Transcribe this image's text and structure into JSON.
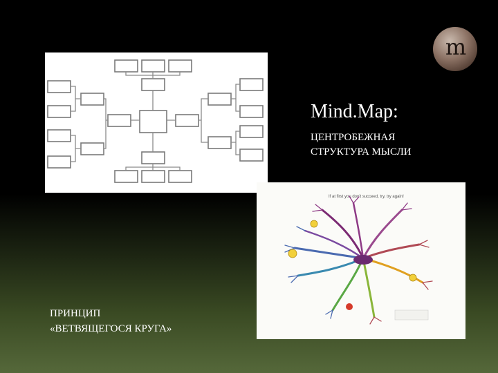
{
  "slide": {
    "title": "Mind.Map:",
    "subtitle_line1": "ЦЕНТРОБЕЖНАЯ",
    "subtitle_line2": "СТРУКТУРА МЫСЛИ",
    "principle_line1": "ПРИНЦИП",
    "principle_line2": "«ВЕТВЯЩЕГОСЯ КРУГА»",
    "logo_text": "m"
  },
  "mindmap_image": {
    "top_caption": "If at first you don't succeed, try, try again!"
  },
  "colors": {
    "background_top": "#000000",
    "background_bottom": "#55683a",
    "text": "#ffffff",
    "logo": "#8c7264"
  }
}
